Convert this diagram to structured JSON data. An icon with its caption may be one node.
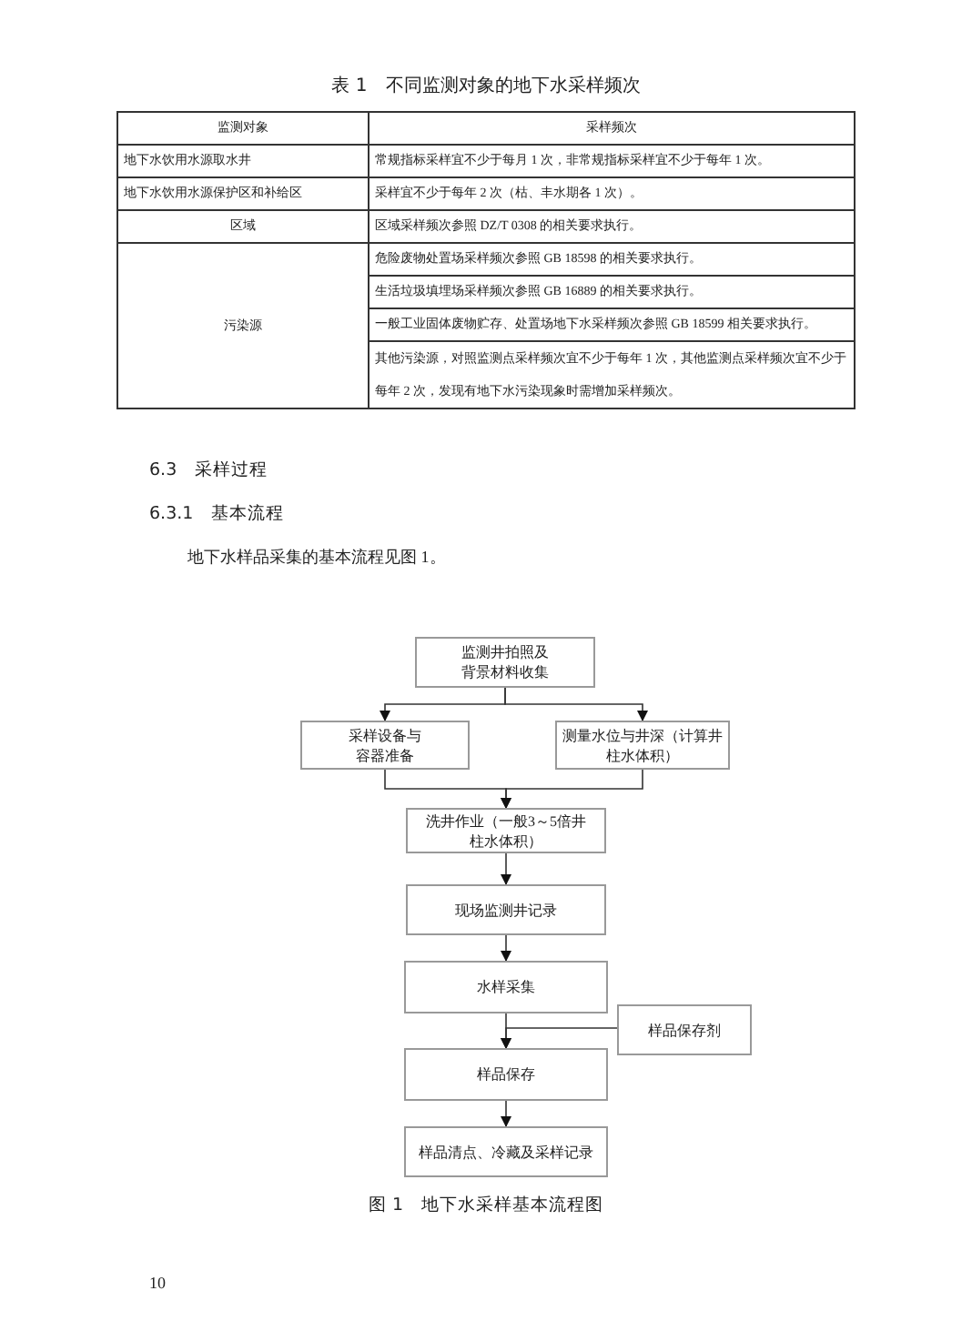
{
  "diagram": {
    "caption": "图 1　地下水采样基本流程图",
    "nodes": [
      {
        "text": [
          "监测井拍照及背景材料收集"
        ]
      },
      {
        "text": [
          "采样设备与容器准备"
        ]
      },
      {
        "text": [
          "测量水位与井深（计算井柱水体积）"
        ]
      },
      {
        "text": [
          "洗井作业（一般3～5倍井柱水体积）"
        ]
      },
      {
        "text": [
          "现场监测井记录"
        ]
      },
      {
        "text": [
          "水样采集"
        ]
      },
      {
        "text": [
          "样品保存剂"
        ]
      },
      {
        "text": [
          "样品保存"
        ]
      },
      {
        "text": [
          "样品清点、冷藏及采样记录"
        ]
      }
    ],
    "edges": [
      {
        "from": 0,
        "to": 1,
        "arrow": "to"
      },
      {
        "from": 0,
        "to": 2,
        "arrow": "to"
      },
      {
        "from": 1,
        "to": 3,
        "arrow": "to"
      },
      {
        "from": 2,
        "to": 3,
        "arrow": "to"
      },
      {
        "from": 3,
        "to": 4,
        "arrow": "to"
      },
      {
        "from": 4,
        "to": 5,
        "arrow": "to"
      },
      {
        "from": 5,
        "to": 7,
        "arrow": "to"
      },
      {
        "from": 6,
        "to": 7,
        "arrow": "to"
      },
      {
        "from": 7,
        "to": 8,
        "arrow": "to"
      }
    ],
    "labels": [
      "表 1　不同监测对象的地下水采样频次",
      "监测对象",
      "采样频次",
      "地下水饮用水源取水井",
      "常规指标采样宜不少于每月 1 次，非常规指标采样宜不少于每年 1 次。",
      "地下水饮用水源保护区和补给区",
      "采样宜不少于每年 2 次（枯、丰水期各 1 次）。",
      "区域",
      "区域采样频次参照 DZ/T 0308 的相关要求执行。",
      "污染源",
      "危险废物处置场采样频次参照 GB 18598 的相关要求执行。",
      "生活垃圾填埋场采样频次参照 GB 16889 的相关要求执行。",
      "一般工业固体废物贮存、处置场地下水采样频次参照 GB 18599 相关要求执行。",
      "其他污染源，对照监测点采样频次宜不少于每年 1 次，其他监测点采样频次宜不少于每年 2 次，发现有地下水污染现象时需增加采样频次。",
      "6.3　采样过程",
      "6.3.1　基本流程",
      "地下水样品采集的基本流程见图 1。",
      "10"
    ]
  }
}
